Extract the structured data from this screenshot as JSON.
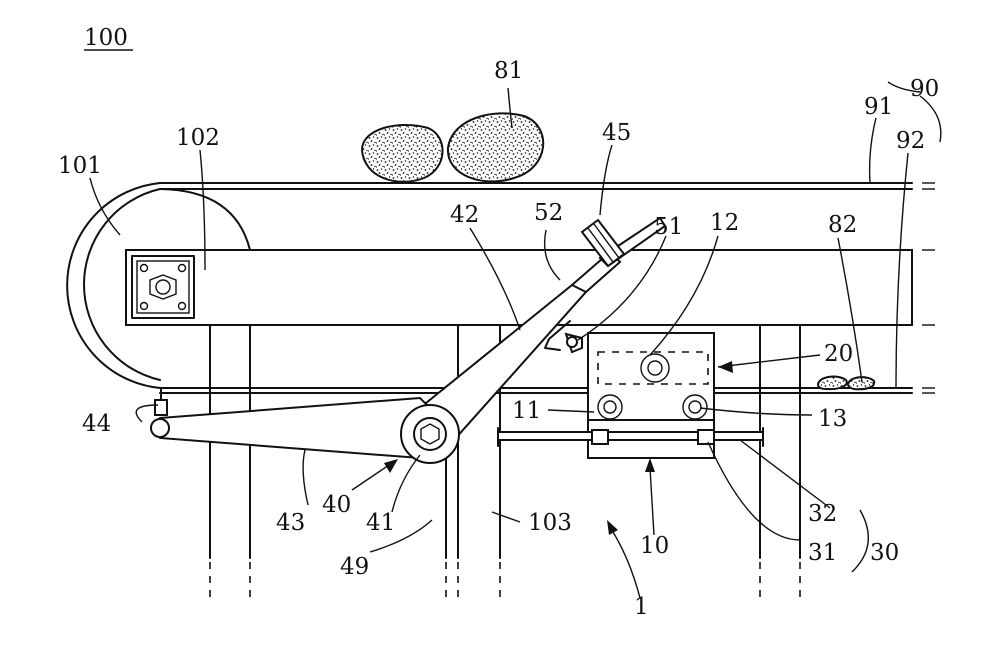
{
  "figure": {
    "title_ref": "100",
    "labels": {
      "l1": "1",
      "l10": "10",
      "l11": "11",
      "l12": "12",
      "l13": "13",
      "l20": "20",
      "l30": "30",
      "l31": "31",
      "l32": "32",
      "l40": "40",
      "l41": "41",
      "l42": "42",
      "l43": "43",
      "l44": "44",
      "l45": "45",
      "l49": "49",
      "l51": "51",
      "l52": "52",
      "l81": "81",
      "l82": "82",
      "l90": "90",
      "l91": "91",
      "l92": "92",
      "l101": "101",
      "l102": "102",
      "l103": "103"
    }
  }
}
